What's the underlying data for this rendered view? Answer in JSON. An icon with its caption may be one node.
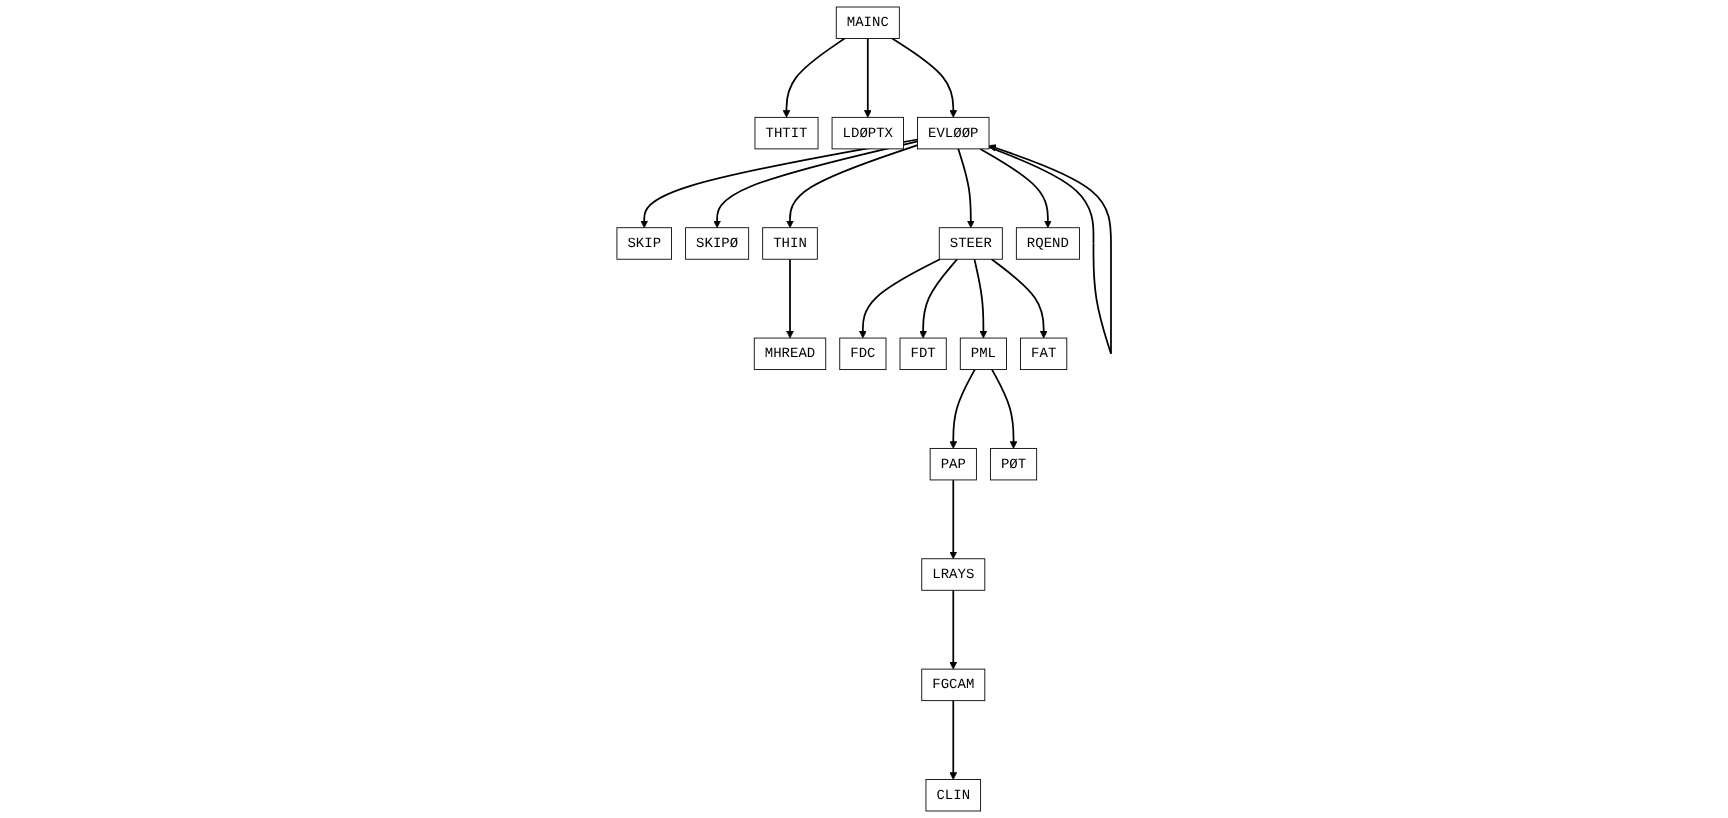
{
  "diagram": {
    "nodes": [
      {
        "text": [
          "MAINC"
        ]
      },
      {
        "text": [
          "THTIT"
        ]
      },
      {
        "text": [
          "LDØPTX"
        ]
      },
      {
        "text": [
          "EVLØØP"
        ]
      },
      {
        "text": [
          "SKIP"
        ]
      },
      {
        "text": [
          "SKIPØ"
        ]
      },
      {
        "text": [
          "THIN"
        ]
      },
      {
        "text": [
          "MHREAD"
        ]
      },
      {
        "text": [
          "STEER"
        ]
      },
      {
        "text": [
          "FDC"
        ]
      },
      {
        "text": [
          "FDT"
        ]
      },
      {
        "text": [
          "PML"
        ]
      },
      {
        "text": [
          "PAP"
        ]
      },
      {
        "text": [
          "PØT"
        ]
      },
      {
        "text": [
          "FAT"
        ]
      },
      {
        "text": [
          "LRAYS"
        ]
      },
      {
        "text": [
          "FGCAM"
        ]
      },
      {
        "text": [
          "CLIN"
        ]
      },
      {
        "text": [
          "RQEND"
        ]
      }
    ],
    "edges": [
      {
        "from": 0,
        "to": 1,
        "arrow": "to"
      },
      {
        "from": 0,
        "to": 2,
        "arrow": "to"
      },
      {
        "from": 0,
        "to": 3,
        "arrow": "to"
      },
      {
        "from": 3,
        "to": 4,
        "arrow": "to"
      },
      {
        "from": 3,
        "to": 5,
        "arrow": "to"
      },
      {
        "from": 3,
        "to": 6,
        "arrow": "to"
      },
      {
        "from": 6,
        "to": 7,
        "arrow": "to"
      },
      {
        "from": 3,
        "to": 8,
        "arrow": "to"
      },
      {
        "from": 8,
        "to": 9,
        "arrow": "to"
      },
      {
        "from": 8,
        "to": 10,
        "arrow": "to"
      },
      {
        "from": 8,
        "to": 11,
        "arrow": "to"
      },
      {
        "from": 11,
        "to": 12,
        "arrow": "to"
      },
      {
        "from": 11,
        "to": 13,
        "arrow": "to"
      },
      {
        "from": 12,
        "to": 15,
        "arrow": "to"
      },
      {
        "from": 15,
        "to": 16,
        "arrow": "to"
      },
      {
        "from": 16,
        "to": 17,
        "arrow": "to"
      },
      {
        "from": 8,
        "to": 14,
        "arrow": "to"
      },
      {
        "from": 3,
        "to": 18,
        "arrow": "to"
      },
      {
        "from": 3,
        "to": 3,
        "arrow": "to"
      }
    ]
  }
}
